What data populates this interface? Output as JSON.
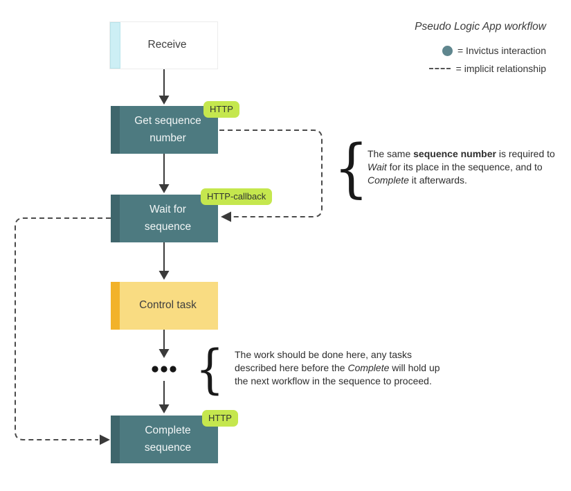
{
  "title": "Pseudo Logic App workflow",
  "legend": {
    "invictus": {
      "icon": "teal-dot-icon",
      "label": "= Invictus interaction"
    },
    "implicit": {
      "icon": "dashed-line-icon",
      "label": "= implicit relationship"
    }
  },
  "nodes": {
    "receive": {
      "label": "Receive"
    },
    "get_sequence": {
      "label": "Get sequence\nnumber",
      "badge": "HTTP"
    },
    "wait_sequence": {
      "label": "Wait for\nsequence",
      "badge": "HTTP-callback"
    },
    "control_task": {
      "label": "Control task"
    },
    "complete_sequence": {
      "label": "Complete\nsequence",
      "badge": "HTTP"
    }
  },
  "glyphs": {
    "brace": "{"
  },
  "annotations": {
    "sequence_note": {
      "p1": "The same ",
      "p2": "sequence number",
      "p3": " is required to ",
      "p4": "Wait",
      "p5": " for its place in the sequence, and to ",
      "p6": "Complete",
      "p7": " it afterwards."
    },
    "work_note": {
      "p1": "The work should be done here, any tasks described here before the ",
      "p2": "Complete",
      "p3": " will hold up the next workflow in the sequence to proceed."
    }
  },
  "colors": {
    "invictus_box": "#4d7a80",
    "invictus_strip": "#3f666c",
    "trigger_strip": "#cdeff5",
    "task_box": "#f9dc82",
    "task_strip": "#f2b229",
    "badge": "#c5e74e",
    "legend_dot": "#5f868e",
    "arrow": "#3a3a3a",
    "dashed_line": "#4a4a4a"
  }
}
